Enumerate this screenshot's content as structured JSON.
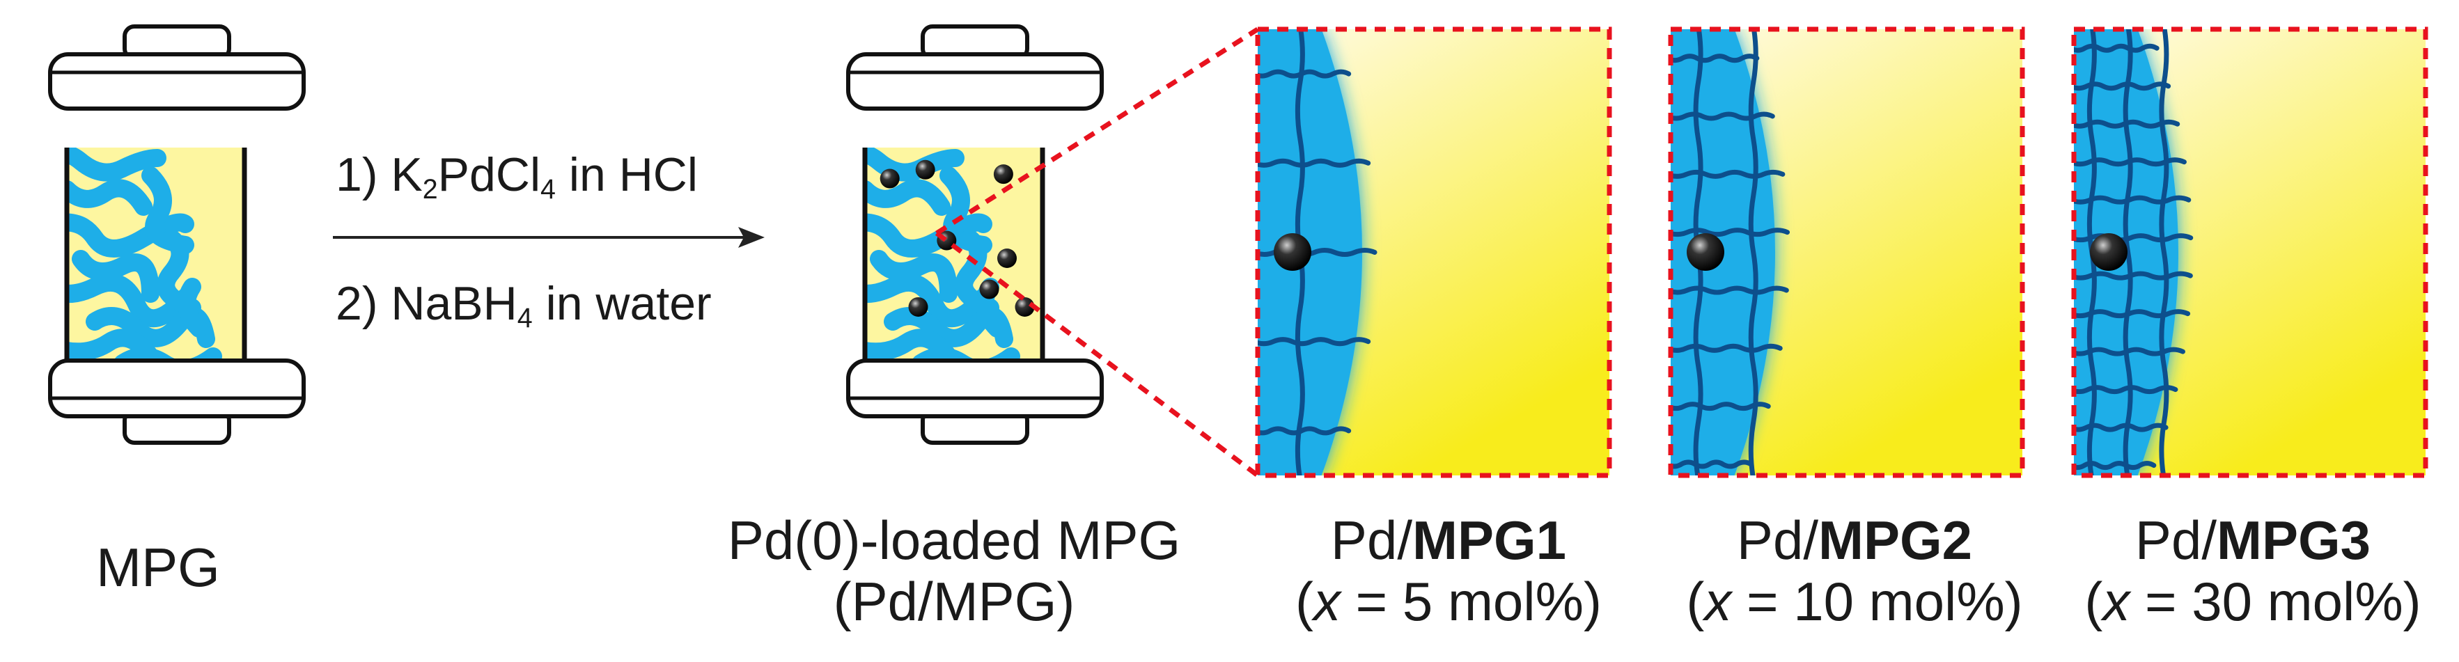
{
  "colors": {
    "monolith_blue": "#1eaee8",
    "monolith_yellow": "#fdf6a0",
    "mesh_line": "#0d4f8c",
    "zoom_frame": "#e8121e",
    "pd_particle": "#111111",
    "gel_gradient_start": "#fffbe0",
    "gel_gradient_end": "#f9ee2a"
  },
  "icons": [
    "column-icon",
    "reaction-arrow-icon",
    "pd-particle-icon",
    "polymer-mesh-icon"
  ],
  "labels": {
    "mpg": "MPG",
    "loaded_line1": "Pd(0)-loaded MPG",
    "loaded_line2": "(Pd/MPG)"
  },
  "reaction": {
    "step1": {
      "prefix": "1) K",
      "sub1": "2",
      "mid": "PdCl",
      "sub2": "4",
      "suffix": " in HCl"
    },
    "step2": {
      "prefix": "2) NaBH",
      "sub1": "4",
      "suffix": " in water"
    }
  },
  "panels": [
    {
      "prefix": "Pd/",
      "name": "MPG1",
      "cond_open": "(",
      "var": "x",
      "cond_rest": " = 5 mol%)",
      "mesh_spacing_fraction": 0.2
    },
    {
      "prefix": "Pd/",
      "name": "MPG2",
      "cond_open": "(",
      "var": "x",
      "cond_rest": " = 10 mol%)",
      "mesh_spacing_fraction": 0.13
    },
    {
      "prefix": "Pd/",
      "name": "MPG3",
      "cond_open": "(",
      "var": "x",
      "cond_rest": " = 30 mol%)",
      "mesh_spacing_fraction": 0.085
    }
  ]
}
